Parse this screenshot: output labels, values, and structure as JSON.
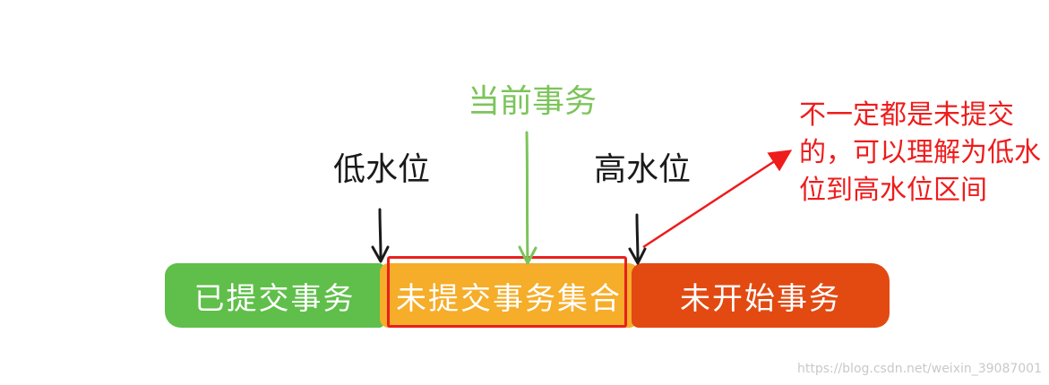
{
  "segments": {
    "committed": {
      "label": "已提交事务",
      "color": "#5fbf4a"
    },
    "uncommitted": {
      "label": "未提交事务集合",
      "color": "#f5ad2a"
    },
    "not_started": {
      "label": "未开始事务",
      "color": "#e24a12"
    }
  },
  "markers": {
    "low_water": "低水位",
    "high_water": "高水位",
    "current": "当前事务"
  },
  "annotation": {
    "text": "不一定都是未提交的，可以理解为低水位到高水位区间",
    "color": "#ee1c1c"
  },
  "colors": {
    "highlight_border": "#e8201d",
    "current_marker": "#7cc45a",
    "dark_arrow": "#1a1a1a"
  },
  "watermark": "https://blog.csdn.net/weixin_39087001"
}
